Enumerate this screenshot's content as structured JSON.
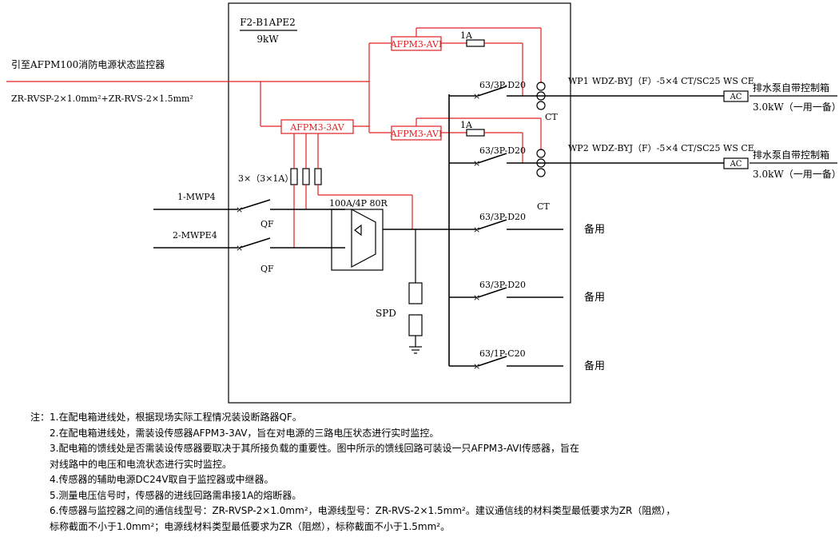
{
  "box": {
    "name": "F2-B1APE2",
    "power": "9kW"
  },
  "monitor_link": "引至AFPM100消防电源状态监控器",
  "comm_cable": "ZR-RVSP-2×1.0mm²+ZR-RVS-2×1.5mm²",
  "sensors": {
    "av": "AFPM3-3AV",
    "avi1": "AFPM3-AVI",
    "avi2": "AFPM3-AVI"
  },
  "fuse_1a": "1A",
  "fuse_group": "3×（3×1A）",
  "incomers": [
    {
      "label": "1-MWP4",
      "breaker": "QF"
    },
    {
      "label": "2-MWPE4",
      "breaker": "QF"
    }
  ],
  "ats": "100A/4P 80R",
  "spd": "SPD",
  "ct": "CT",
  "feeders": [
    {
      "breaker": "63/3P-D20",
      "code": "WP1",
      "cable": "WDZ-BYJ（F）-5×4 CT/SC25 WS CE",
      "ac": "AC",
      "load": "排水泵自带控制箱",
      "power": "3.0kW（一用一备）"
    },
    {
      "breaker": "63/3P-D20",
      "code": "WP2",
      "cable": "WDZ-BYJ（F）-5×4 CT/SC25 WS CE",
      "ac": "AC",
      "load": "排水泵自带控制箱",
      "power": "3.0kW（一用一备）"
    },
    {
      "breaker": "63/3P-D20",
      "spare": "备用"
    },
    {
      "breaker": "63/3P-D20",
      "spare": "备用"
    },
    {
      "breaker": "63/1P-C20",
      "spare": "备用"
    }
  ],
  "notes": {
    "prefix": "注：",
    "lines": [
      "1.在配电箱进线处，根据现场实际工程情况装设断路器QF。",
      "2.在配电箱进线处，需装设传感器AFPM3-3AV，旨在对电源的三路电压状态进行实时监控。",
      "3.配电箱的馈线处是否需装设传感器要取决于其所接负载的重要性。图中所示的馈线回路可装设一只AFPM3-AVI传感器，旨在",
      "对线路中的电压和电流状态进行实时监控。",
      "4.传感器的辅助电源DC24V取自于监控器或中继器。",
      "5.测量电压信号时，传感器的进线回路需串接1A的熔断器。",
      "6.传感器与监控器之间的通信线型号：ZR-RVSP-2×1.0mm²，电源线型号：ZR-RVS-2×1.5mm²。建议通信线的材料类型最低要求为ZR（阻燃），",
      "标称截面不小于1.0mm²；电源线材料类型最低要求为ZR（阻燃），标称截面不小于1.5mm²。"
    ]
  }
}
